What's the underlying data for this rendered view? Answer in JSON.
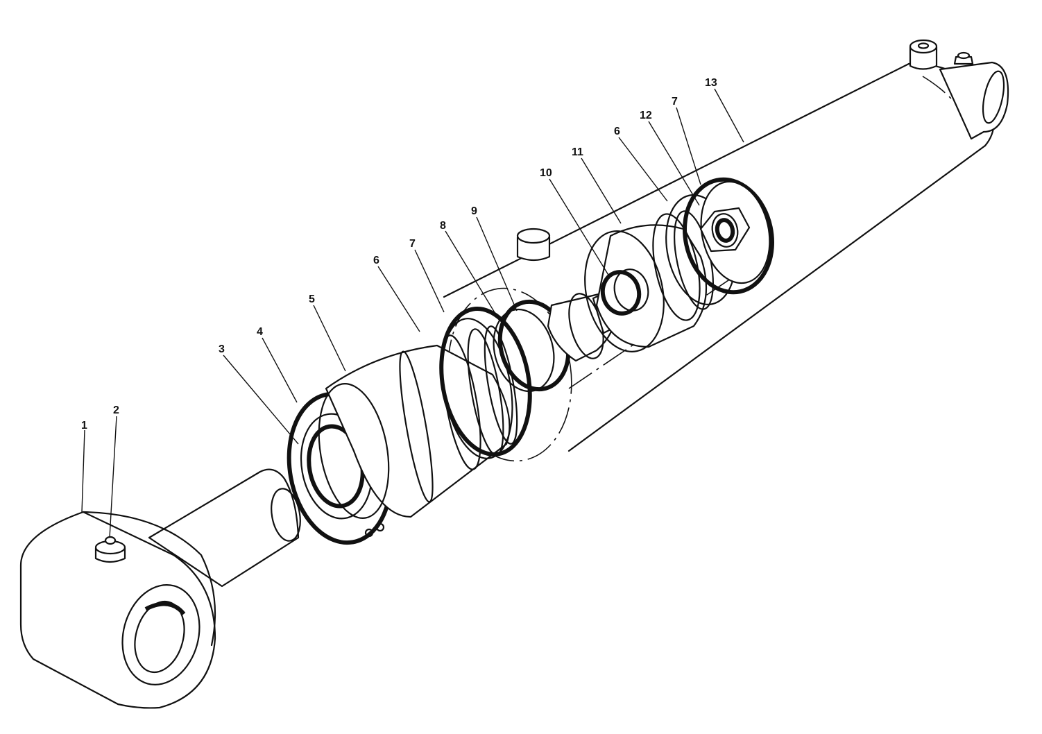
{
  "callouts": [
    {
      "id": "1",
      "label": "1",
      "part": "rod-eye"
    },
    {
      "id": "2",
      "label": "2",
      "part": "grease-fitting"
    },
    {
      "id": "3",
      "label": "3",
      "part": "wiper-seal"
    },
    {
      "id": "4",
      "label": "4",
      "part": "snap-ring"
    },
    {
      "id": "5",
      "label": "5",
      "part": "gland"
    },
    {
      "id": "6a",
      "label": "6",
      "part": "backup-ring"
    },
    {
      "id": "7a",
      "label": "7",
      "part": "o-ring"
    },
    {
      "id": "8",
      "label": "8",
      "part": "backup-ring-small"
    },
    {
      "id": "9",
      "label": "9",
      "part": "o-ring-small"
    },
    {
      "id": "10",
      "label": "10",
      "part": "o-ring-piston-bore"
    },
    {
      "id": "11",
      "label": "11",
      "part": "piston"
    },
    {
      "id": "6b",
      "label": "6",
      "part": "backup-ring-piston"
    },
    {
      "id": "12",
      "label": "12",
      "part": "lock-nut"
    },
    {
      "id": "7b",
      "label": "7",
      "part": "o-ring-piston"
    },
    {
      "id": "13",
      "label": "13",
      "part": "cylinder-barrel"
    }
  ]
}
